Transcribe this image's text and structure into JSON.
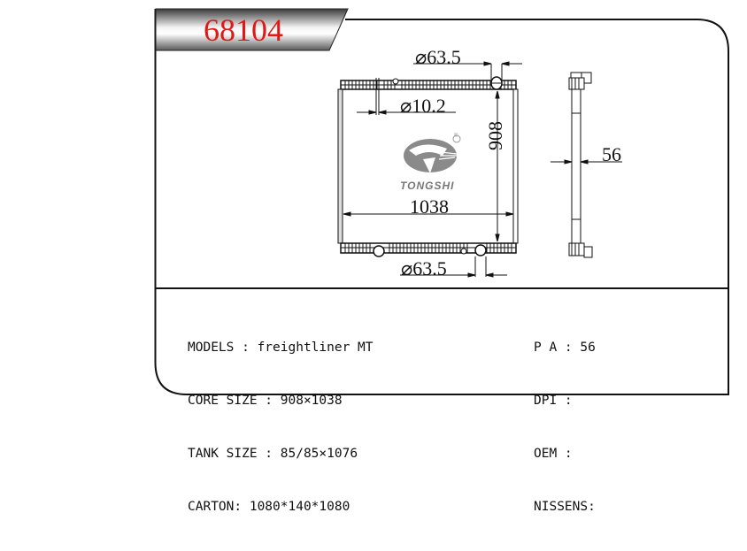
{
  "header": {
    "part_number": "68104",
    "part_number_color": "#e01818"
  },
  "drawing": {
    "front_view": {
      "inlet_diameter_top": "⌀63.5",
      "small_port_diameter": "⌀10.2",
      "core_height": "908",
      "core_width": "1038",
      "outlet_diameter_bottom": "⌀63.5"
    },
    "side_view": {
      "core_thickness": "56"
    },
    "logo": {
      "brand": "TONGSHI",
      "registered_mark": "®",
      "color": "#808080"
    }
  },
  "specs": {
    "left": [
      {
        "label": "MODELS : freightliner MT"
      },
      {
        "label": "CORE SIZE : 908×1038"
      },
      {
        "label": "TANK SIZE : 85/85×1076"
      },
      {
        "label": "CARTON: 1080*140*1080"
      }
    ],
    "right": [
      {
        "label": "P A : 56"
      },
      {
        "label": "DPI :"
      },
      {
        "label": "OEM :"
      },
      {
        "label": "NISSENS:"
      }
    ]
  }
}
